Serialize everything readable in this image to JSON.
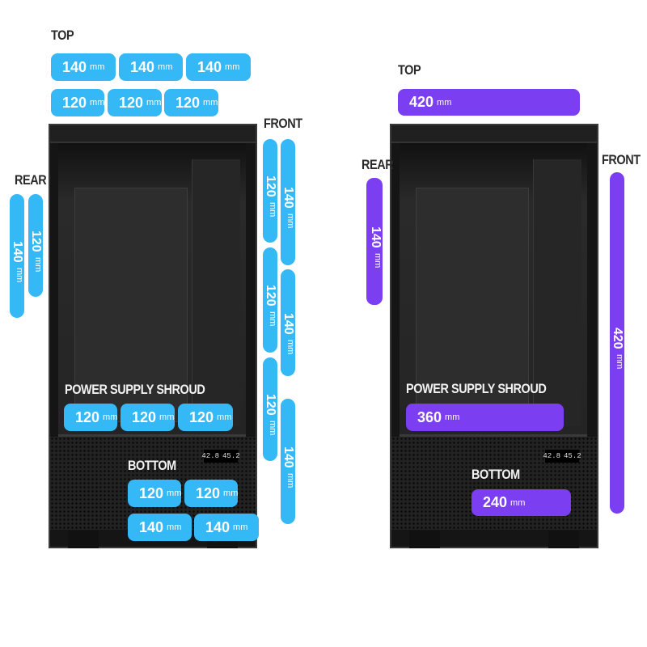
{
  "left": {
    "top_label": "TOP",
    "top_fans_row1": [
      {
        "size": "140",
        "unit": "mm"
      },
      {
        "size": "140",
        "unit": "mm"
      },
      {
        "size": "140",
        "unit": "mm"
      }
    ],
    "top_fans_row2": [
      {
        "size": "120",
        "unit": "mm"
      },
      {
        "size": "120",
        "unit": "mm"
      },
      {
        "size": "120",
        "unit": "mm"
      }
    ],
    "front_label": "FRONT",
    "front_fans_120": [
      {
        "size": "120",
        "unit": "mm"
      },
      {
        "size": "120",
        "unit": "mm"
      },
      {
        "size": "120",
        "unit": "mm"
      }
    ],
    "front_fans_140": [
      {
        "size": "140",
        "unit": "mm"
      },
      {
        "size": "140",
        "unit": "mm"
      },
      {
        "size": "140",
        "unit": "mm"
      }
    ],
    "rear_label": "REAR",
    "rear_fans": [
      {
        "size": "140",
        "unit": "mm"
      },
      {
        "size": "120",
        "unit": "mm"
      }
    ],
    "psu_label": "POWER SUPPLY SHROUD",
    "psu_fans": [
      {
        "size": "120",
        "unit": "mm"
      },
      {
        "size": "120",
        "unit": "mm"
      },
      {
        "size": "120",
        "unit": "mm"
      }
    ],
    "bottom_label": "BOTTOM",
    "bottom_fans_row1": [
      {
        "size": "120",
        "unit": "mm"
      },
      {
        "size": "120",
        "unit": "mm"
      }
    ],
    "bottom_fans_row2": [
      {
        "size": "140",
        "unit": "mm"
      },
      {
        "size": "140",
        "unit": "mm"
      }
    ],
    "display": {
      "cpu": "42.8",
      "gpu": "45.2"
    }
  },
  "right": {
    "top_label": "TOP",
    "top_radiator": {
      "size": "420",
      "unit": "mm"
    },
    "rear_label": "REAR",
    "rear_radiator": {
      "size": "140",
      "unit": "mm"
    },
    "front_label": "FRONT",
    "front_radiator": {
      "size": "420",
      "unit": "mm"
    },
    "psu_label": "POWER SUPPLY SHROUD",
    "psu_radiator": {
      "size": "360",
      "unit": "mm"
    },
    "bottom_label": "BOTTOM",
    "bottom_radiator": {
      "size": "240",
      "unit": "mm"
    },
    "display": {
      "cpu": "42.8",
      "gpu": "45.2"
    }
  },
  "colors": {
    "fan": "#35b8f6",
    "radiator": "#7b3ef0"
  }
}
